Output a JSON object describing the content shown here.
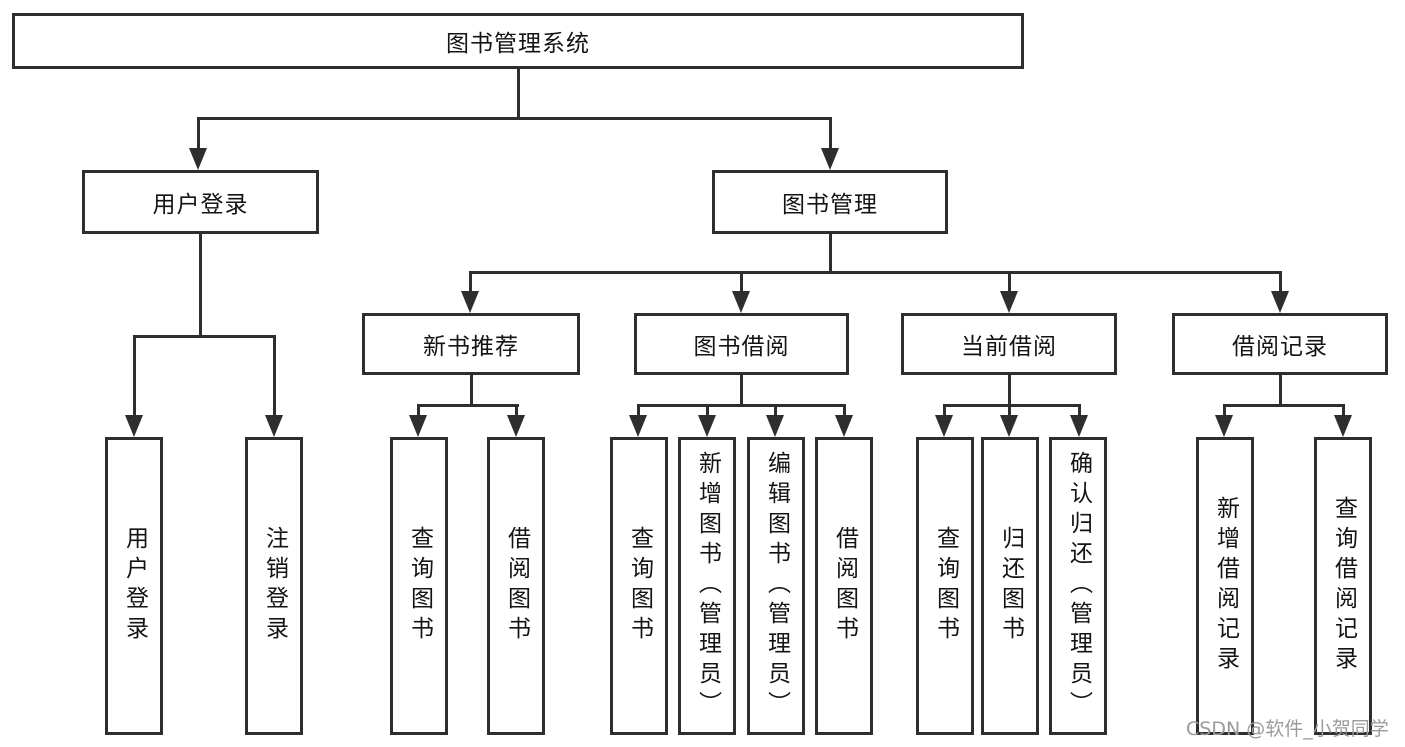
{
  "tree": {
    "label": "图书管理系统",
    "children": [
      {
        "label": "用户登录",
        "children": [
          {
            "label": "用户登录"
          },
          {
            "label": "注销登录"
          }
        ]
      },
      {
        "label": "图书管理",
        "children": [
          {
            "label": "新书推荐",
            "children": [
              {
                "label": "查询图书"
              },
              {
                "label": "借阅图书"
              }
            ]
          },
          {
            "label": "图书借阅",
            "children": [
              {
                "label": "查询图书"
              },
              {
                "label": "新增图书（管理员）"
              },
              {
                "label": "编辑图书（管理员）"
              },
              {
                "label": "借阅图书"
              }
            ]
          },
          {
            "label": "当前借阅",
            "children": [
              {
                "label": "查询图书"
              },
              {
                "label": "归还图书"
              },
              {
                "label": "确认归还（管理员）"
              }
            ]
          },
          {
            "label": "借阅记录",
            "children": [
              {
                "label": "新增借阅记录"
              },
              {
                "label": "查询借阅记录"
              }
            ]
          }
        ]
      }
    ]
  },
  "watermark": {
    "text": "CSDN @软件_小贺同学"
  },
  "colors": {
    "line": "#2e2e2e",
    "text": "#141414",
    "watermark_text": "#9b9b9b",
    "background": "#ffffff"
  }
}
